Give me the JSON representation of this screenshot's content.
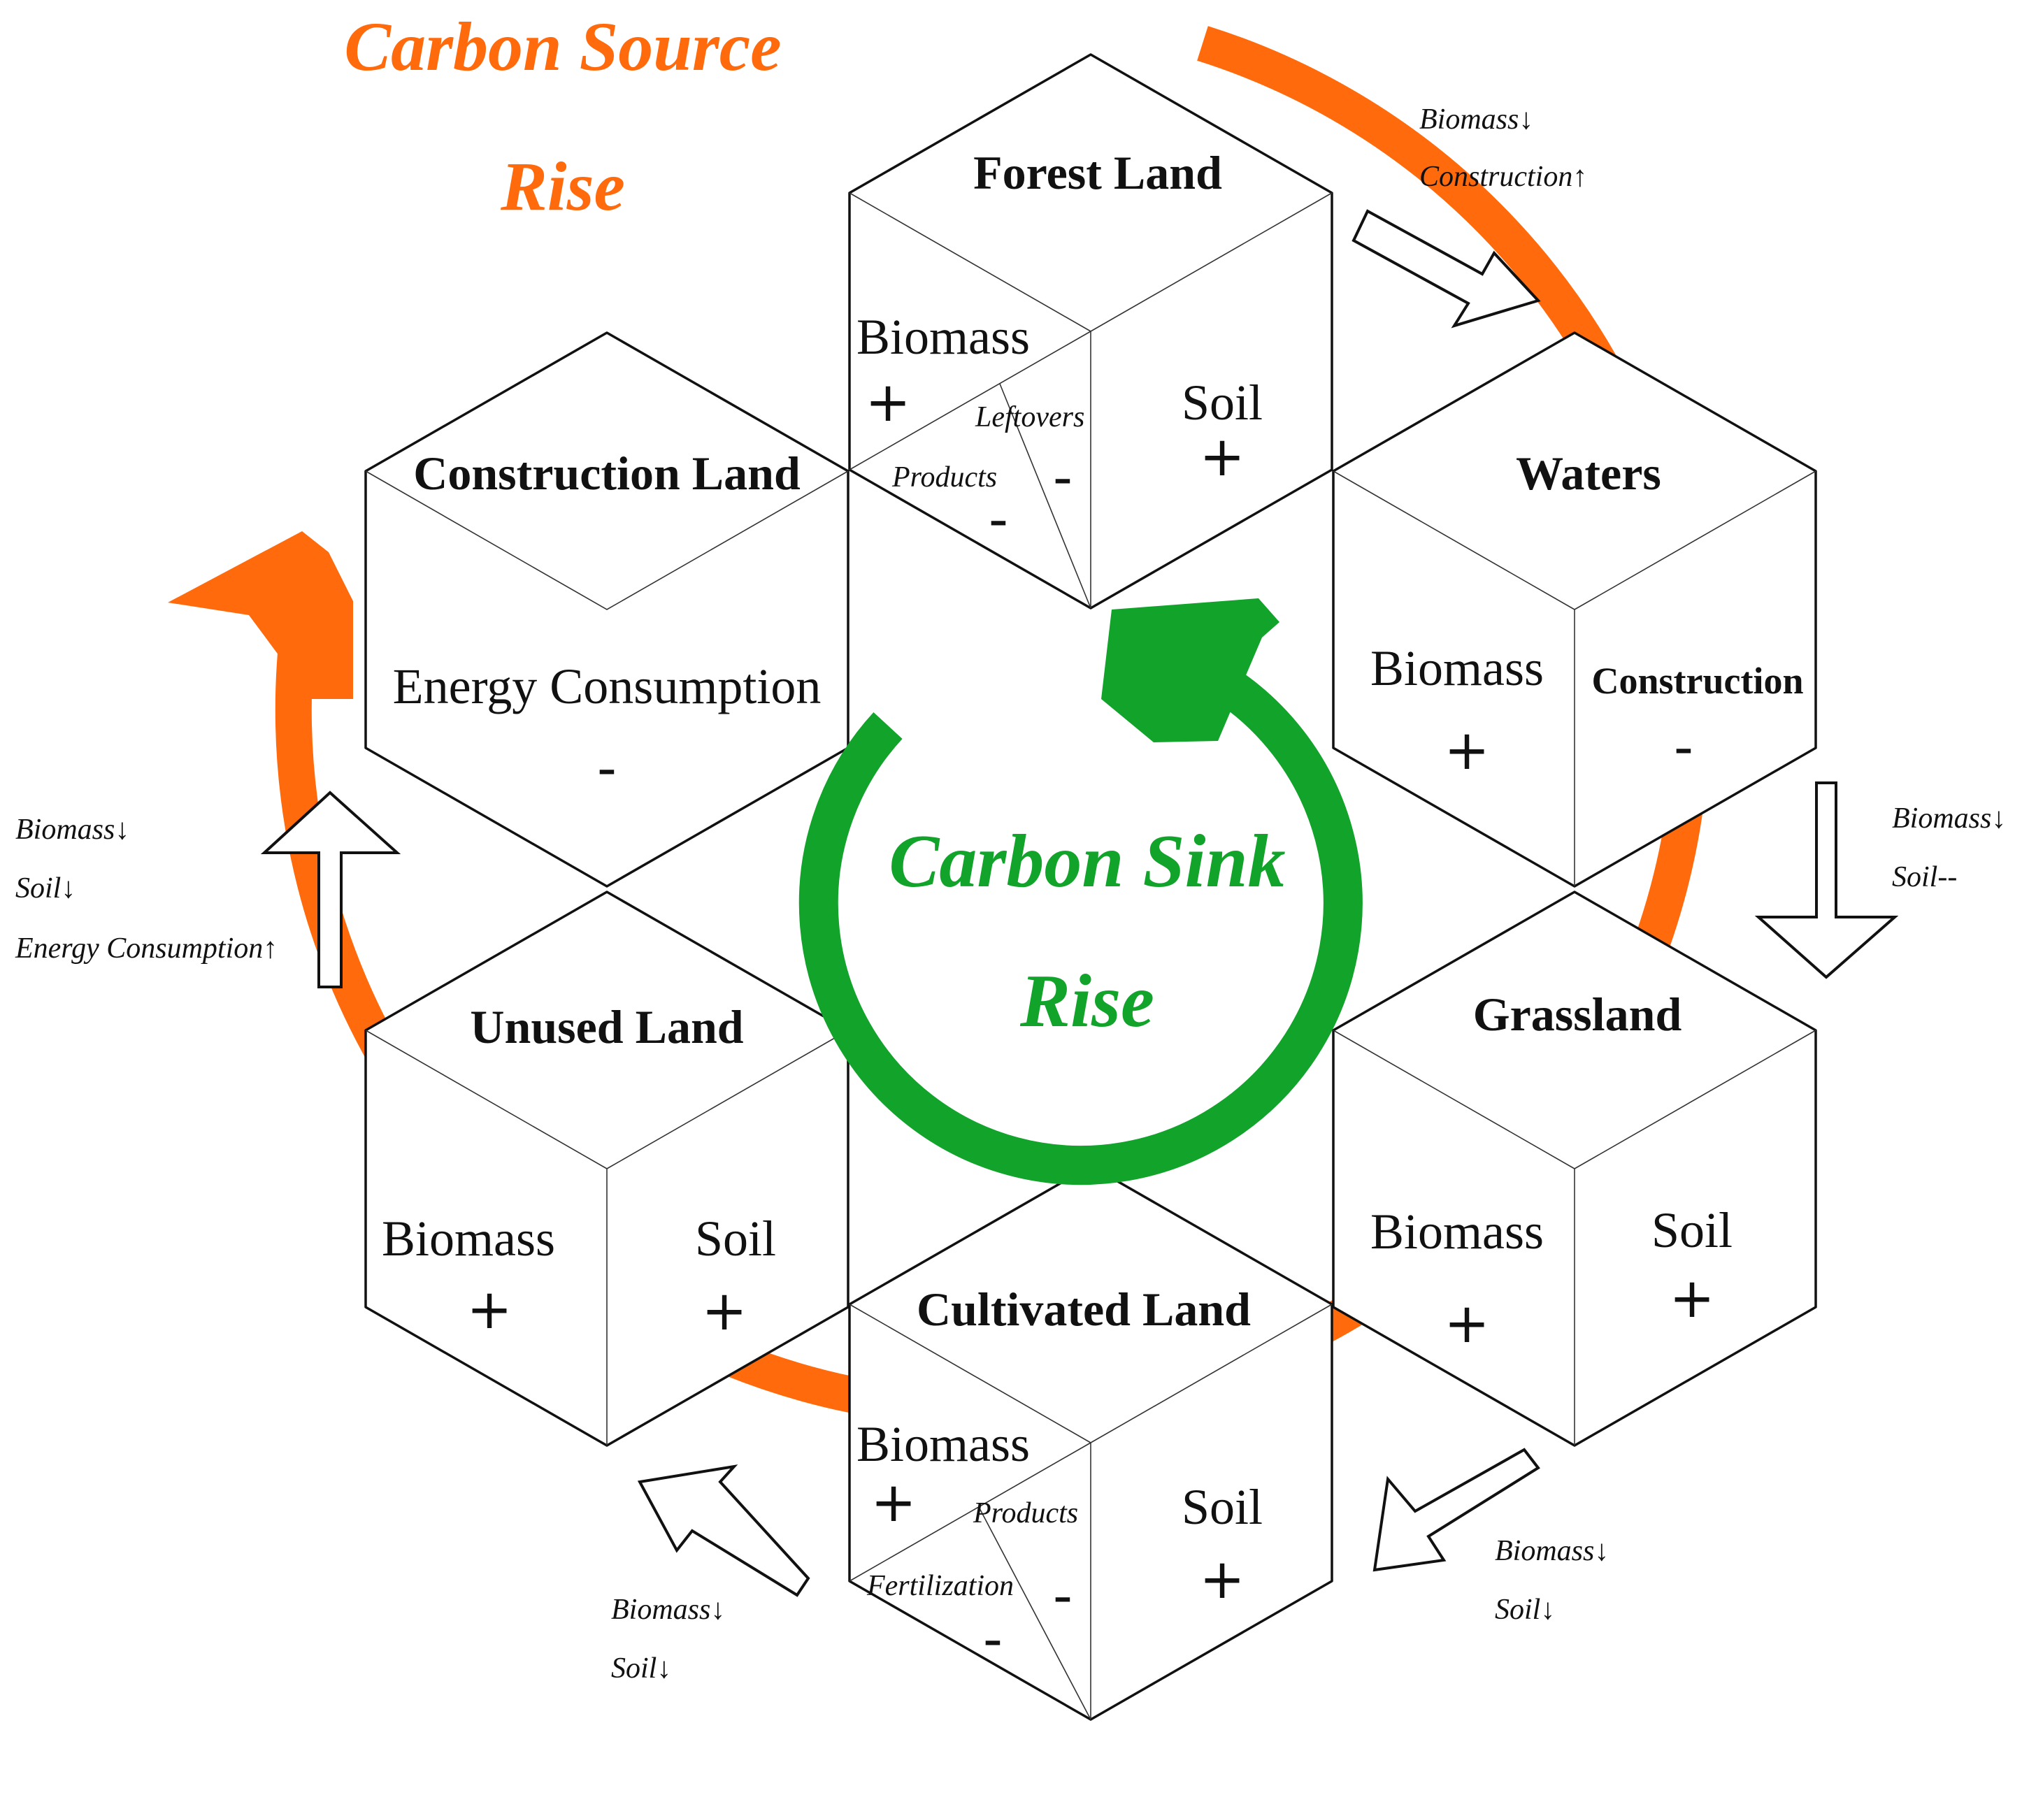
{
  "colors": {
    "carbon_source": "#ff6a0c",
    "carbon_sink": "#12a32b",
    "outline": "#111111"
  },
  "carbon_source": {
    "line1": "Carbon Source",
    "line2": "Rise"
  },
  "carbon_sink": {
    "line1": "Carbon Sink",
    "line2": "Rise"
  },
  "forest_land": {
    "title": "Forest Land",
    "biomass": "Biomass",
    "biomass_sign": "+",
    "soil": "Soil",
    "soil_sign": "+",
    "leftovers": "Leftovers",
    "leftovers_sign": "-",
    "products": "Products",
    "products_sign": "-"
  },
  "construction_land": {
    "title": "Construction Land",
    "energy": "Energy Consumption",
    "energy_sign": "-"
  },
  "waters": {
    "title": "Waters",
    "biomass": "Biomass",
    "biomass_sign": "+",
    "construction": "Construction",
    "construction_sign": "-"
  },
  "unused_land": {
    "title": "Unused Land",
    "biomass": "Biomass",
    "biomass_sign": "+",
    "soil": "Soil",
    "soil_sign": "+"
  },
  "grassland": {
    "title": "Grassland",
    "biomass": "Biomass",
    "biomass_sign": "+",
    "soil": "Soil",
    "soil_sign": "+"
  },
  "cultivated_land": {
    "title": "Cultivated Land",
    "biomass": "Biomass",
    "biomass_sign": "+",
    "soil": "Soil",
    "soil_sign": "+",
    "products": "Products",
    "products_sign": "-",
    "fertilization": "Fertilization",
    "fertilization_sign": "-"
  },
  "transitions": {
    "forest_to_waters": [
      "Biomass↓",
      "Construction↑"
    ],
    "waters_to_grassland": [
      "Biomass↓",
      "Soil--"
    ],
    "grassland_to_cultivated": [
      "Biomass↓",
      "Soil↓"
    ],
    "cultivated_to_unused": [
      "Biomass↓",
      "Soil↓"
    ],
    "unused_to_construction": [
      "Biomass↓",
      "Soil↓",
      "Energy Consumption↑"
    ]
  }
}
